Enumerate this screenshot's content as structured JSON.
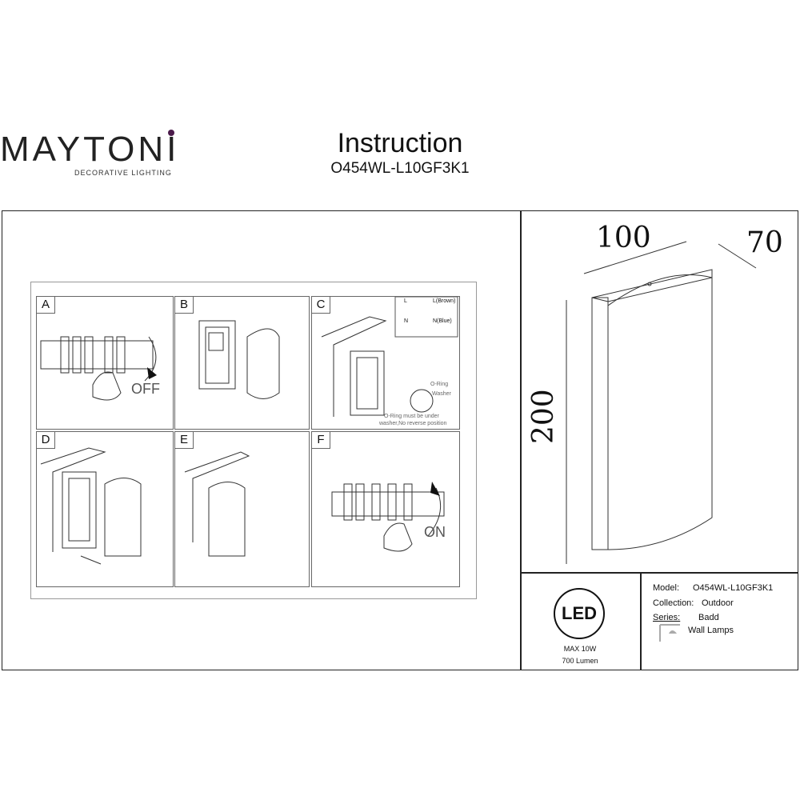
{
  "header": {
    "brand": "MAYTONI",
    "brand_tagline": "DECORATIVE LIGHTING",
    "title": "Instruction",
    "model_code": "O454WL-L10GF3K1"
  },
  "steps": [
    {
      "label": "A",
      "text": "OFF"
    },
    {
      "label": "B"
    },
    {
      "label": "C",
      "wire_L": "L",
      "wire_L_color": "L(Brown)",
      "wire_N": "N",
      "wire_N_color": "N(Blue)",
      "oring": "O-Ring",
      "washer": "Washer",
      "note_line1": "O-Ring must be under",
      "note_line2": "washer,No reverse position"
    },
    {
      "label": "D"
    },
    {
      "label": "E"
    },
    {
      "label": "F",
      "text": "ON"
    }
  ],
  "dimensions": {
    "width": "100",
    "depth": "70",
    "height": "200"
  },
  "specs": {
    "led_badge": "LED",
    "power": "MAX 10W",
    "lumen": "700 Lumen",
    "model_label": "Model:",
    "model_value": "O454WL-L10GF3K1",
    "collection_label": "Collection:",
    "collection_value": "Outdoor",
    "series_label": "Series:",
    "series_value": "Badd",
    "type_value": "Wall Lamps"
  }
}
